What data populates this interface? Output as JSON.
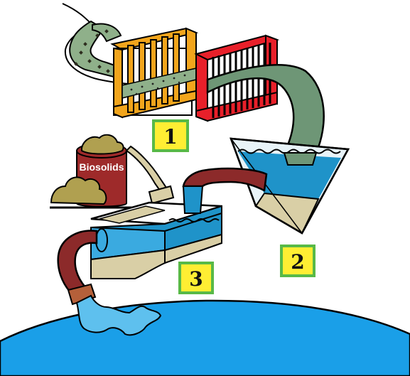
{
  "labels": {
    "biosolids": "Biosolids",
    "step1": "1",
    "step2": "2",
    "step3": "3"
  },
  "colors": {
    "raw_sewage": "#8fb08a",
    "coarse_screen": "#f2a51c",
    "fine_screen": "#e8202a",
    "green_pipe": "#6e9676",
    "water": "#1f93c9",
    "settled_solids": "#d9cfa6",
    "red_pipe": "#8c2a2a",
    "biosolids": "#b0a050",
    "biosolids_tank": "#9e2a2a",
    "label_box": "#ffee33",
    "label_border": "#58b947",
    "receiving_water": "#1a9fe8"
  }
}
